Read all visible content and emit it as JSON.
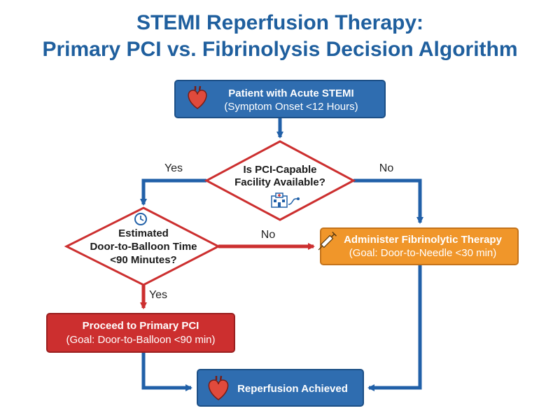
{
  "title": {
    "line1": "STEMI Reperfusion Therapy:",
    "line2": "Primary PCI vs. Fibrinolysis Decision Algorithm"
  },
  "nodes": {
    "start": {
      "line1": "Patient with Acute STEMI",
      "line2": "(Symptom Onset <12 Hours)"
    },
    "decision_pci": {
      "line1": "Is PCI-Capable",
      "line2": "Facility Available?"
    },
    "decision_time": {
      "line1": "Estimated",
      "line2": "Door-to-Balloon Time",
      "line3": "<90 Minutes?"
    },
    "fibrinolysis": {
      "line1": "Administer Fibrinolytic Therapy",
      "line2": "(Goal: Door-to-Needle <30 min)"
    },
    "primary_pci": {
      "line1": "Proceed to Primary PCI",
      "line2": "(Goal: Door-to-Balloon <90 min)"
    },
    "end": {
      "label": "Reperfusion Achieved"
    }
  },
  "edges": {
    "pci_yes": "Yes",
    "pci_no": "No",
    "time_no": "No",
    "time_yes": "Yes"
  },
  "colors": {
    "title": "#1f5f9e",
    "blue_box": "#2f6db0",
    "blue_arrow": "#2160a8",
    "red": "#cc2f2f",
    "orange": "#f0962a",
    "diamond_border": "#cc2f2f"
  },
  "icons": {
    "start": "heart-icon",
    "decision_pci": "hospital-icon",
    "decision_time": "clock-icon",
    "fibrinolysis": "syringe-icon",
    "end": "heart-icon"
  }
}
